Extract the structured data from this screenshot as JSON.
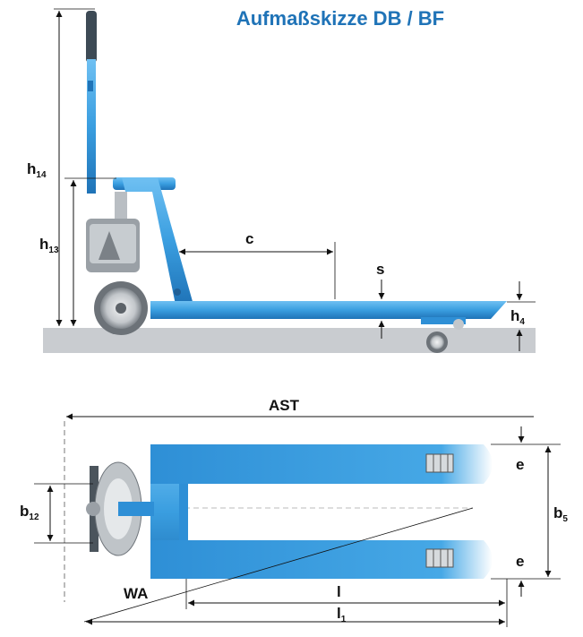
{
  "title": "Aufmaßskizze DB / BF",
  "labels": {
    "h14_main": "h",
    "h14_sub": "14",
    "h13_main": "h",
    "h13_sub": "13",
    "c": "c",
    "s": "s",
    "h4_main": "h",
    "h4_sub": "4",
    "ast": "AST",
    "b12_main": "b",
    "b12_sub": "12",
    "b5_main": "b",
    "b5_sub": "5",
    "e_top": "e",
    "e_bottom": "e",
    "wa": "WA",
    "l": "l",
    "l1_main": "l",
    "l1_sub": "1"
  },
  "colors": {
    "body_blue": "#3a9ee0",
    "dark_blue": "#1f73b7",
    "ground": "#c9ccd0",
    "wheel_grey": "#aeb3b8"
  }
}
